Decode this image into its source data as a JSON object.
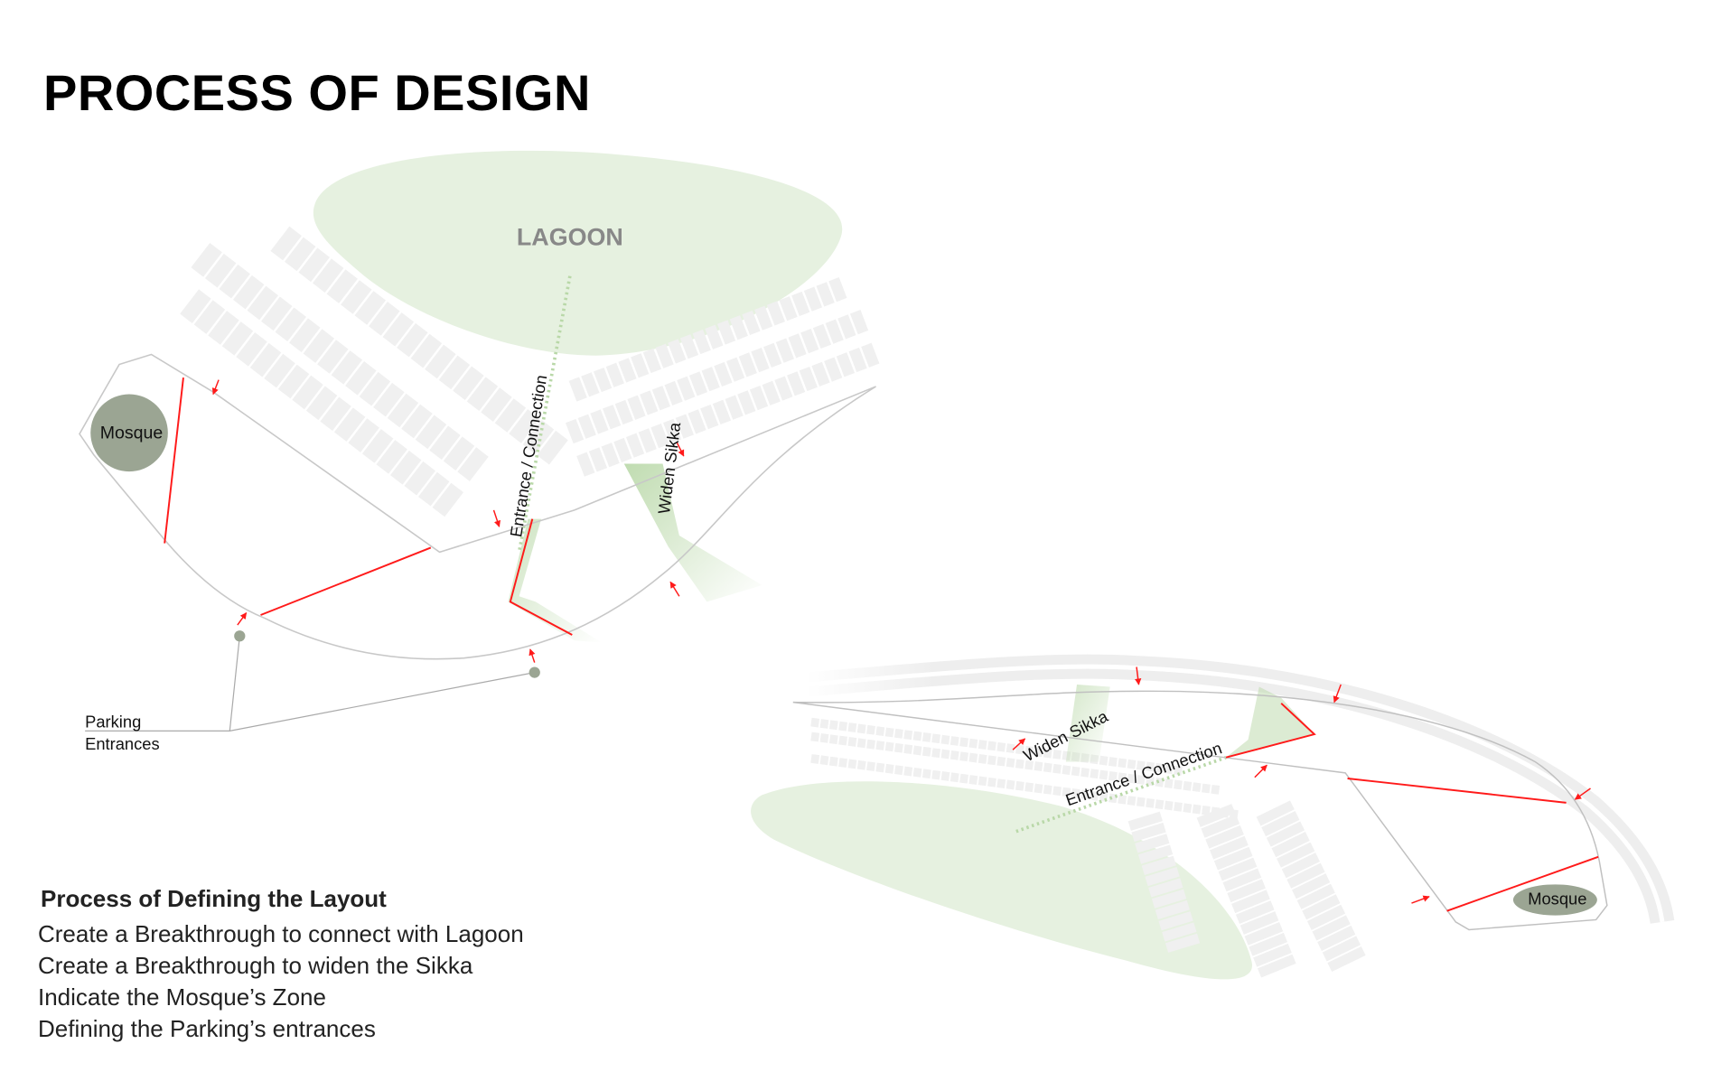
{
  "title": "PROCESS OF DESIGN",
  "colors": {
    "lagoon": "#e6f1e0",
    "red": "#ff1a1a",
    "mosque": "#9ba593",
    "stall": "#f0f0f0",
    "outline": "#c8c8c8",
    "green_path": "#b9d8a8"
  },
  "plan_top": {
    "lagoon_label": "LAGOON",
    "mosque_label": "Mosque",
    "entrance_label": "Entrance / Connection",
    "sikka_label": "Widen Sikka",
    "parking_label_1": "Parking",
    "parking_label_2": "Entrances"
  },
  "plan_bottom": {
    "mosque_label": "Mosque",
    "entrance_label": "Entrance / Connection",
    "sikka_label": "Widen Sikka"
  },
  "notes": {
    "heading": "Process of Defining the Layout",
    "lines": [
      "Create a Breakthrough to connect with Lagoon",
      "Create a Breakthrough to widen the Sikka",
      "Indicate the Mosque’s Zone",
      "Defining the Parking’s entrances"
    ]
  }
}
